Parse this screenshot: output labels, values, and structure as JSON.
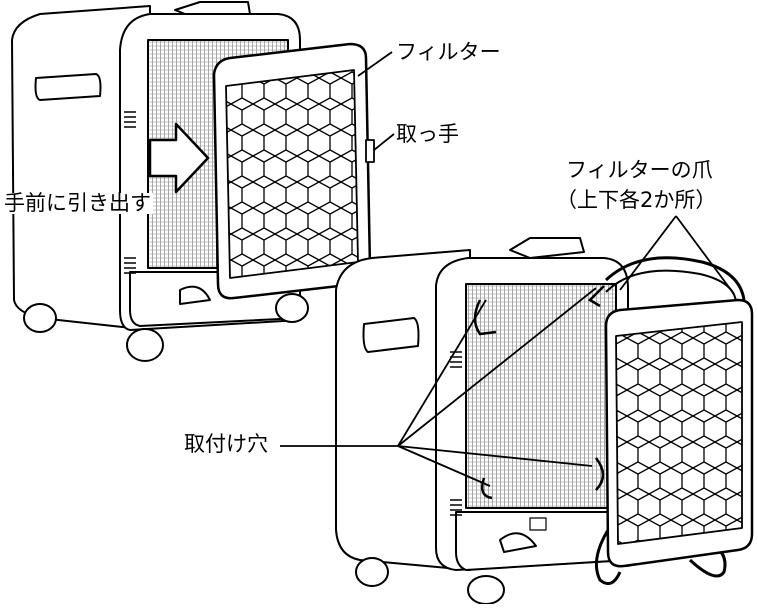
{
  "labels": {
    "filter": "フィルター",
    "handle": "取っ手",
    "pull_out": "手前に引き出す",
    "filter_claw_line1": "フィルターの爪",
    "filter_claw_line2": "（上下各2か所）",
    "mount_holes": "取付け穴"
  },
  "colors": {
    "line": "#000000",
    "background": "#ffffff"
  },
  "icons": {
    "arrow": "pull-direction-arrow-icon"
  }
}
